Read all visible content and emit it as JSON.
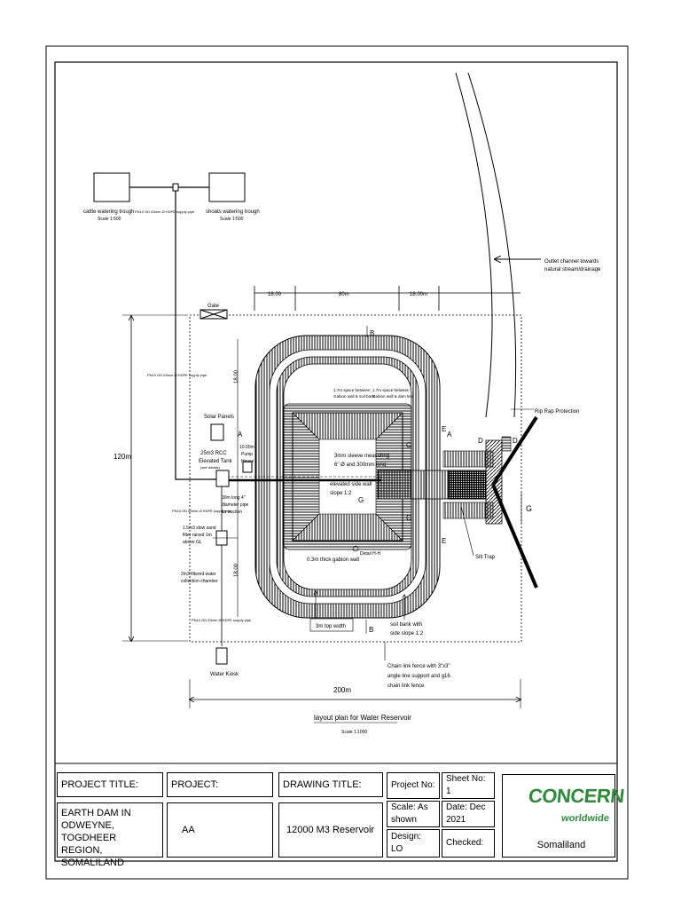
{
  "drawing": {
    "cattle_trough": "cattle watering trough",
    "cattle_trough_scale": "Scale 1:500",
    "shoats_trough": "shoats watering trough",
    "shoats_trough_scale": "Scale 1:500",
    "pipe_note": "PN10 OD 63mm Ø HDPE supply pipe",
    "outlet_channel_1": "Outlet channel towards",
    "outlet_channel_2": "natural stream/drainage",
    "dim_18_left": "18.00",
    "dim_80": "80m",
    "dim_18_right": "18.00m",
    "gate": "Gate",
    "section_b": "B",
    "dim_18_vert_top": "18.00",
    "dim_18_vert_bottom": "18.00",
    "dim_120": "120m",
    "dim_200": "200m",
    "solar_panels": "Solar Panels",
    "tank_1": "25m3 RCC",
    "tank_2": "Elevated Tank",
    "tank_note": "(see details)",
    "pump_1": "10.00m",
    "pump_2": "Pump",
    "pump_3": "House",
    "section_a": "A",
    "section_e": "E",
    "section_d": "D",
    "section_c": "C",
    "section_g": "G",
    "gabion_1": "1.7m space between",
    "gabion_2": "Gabion wall & soil bank",
    "gabion_3": "1.7m space between",
    "gabion_4": "Gabion wall & dam line",
    "riprap": "Rip Rap Protection",
    "sleeve_1": "3mm sleeve measuring",
    "sleeve_2": "6\" Ø and 300mm long",
    "elevated_1": "elevated side wall",
    "elevated_2": "slope 1:2",
    "pipe_4in_1": "30m long 4\"",
    "pipe_4in_2": "diameter pipe",
    "pipe_4in_3": "for suction",
    "filter_1": "1.5m3 slow sand",
    "filter_2": "filter raised 1m",
    "filter_3": "above GL",
    "chamber_1": "2m3 filtered water",
    "chamber_2": "collection chamber",
    "gabion_wall": "0.3m thick gabion wall",
    "detail_hh": "Detail H-H",
    "silt_trap": "Silt Trap",
    "top_width": "3m top width",
    "soil_bank_1": "soil bank with",
    "soil_bank_2": "side slope 1:2",
    "kiosk": "Water Kiosk",
    "fence_1": "Chain link fence with 3\"x3\"",
    "fence_2": "angle line support and g16",
    "fence_3": "chain link fence",
    "layout_title": "layout plan for Water Reservoir",
    "layout_scale": "Scale 1:1000"
  },
  "title_block": {
    "project_title_label": "PROJECT TITLE:",
    "project_title_1": "EARTH DAM IN ODWEYNE,",
    "project_title_2": "TOGDHEER REGION,",
    "project_title_3": "SOMALILAND",
    "project_label": "PROJECT:",
    "project_value": "AA",
    "drawing_title_label": "DRAWING TITLE:",
    "drawing_title_value": "12000 M3 Reservoir",
    "project_no": "Project No:",
    "scale": "Scale: As shown",
    "design": "Design: LO",
    "sheet_no": "Sheet No: 1",
    "date": "Date: Dec 2021",
    "checked": "Checked:",
    "logo_word": "CONCERN",
    "logo_sub": "worldwide",
    "logo_region": "Somaliland"
  },
  "colors": {
    "logo_green": "#2e8b3a",
    "line": "#000000"
  }
}
